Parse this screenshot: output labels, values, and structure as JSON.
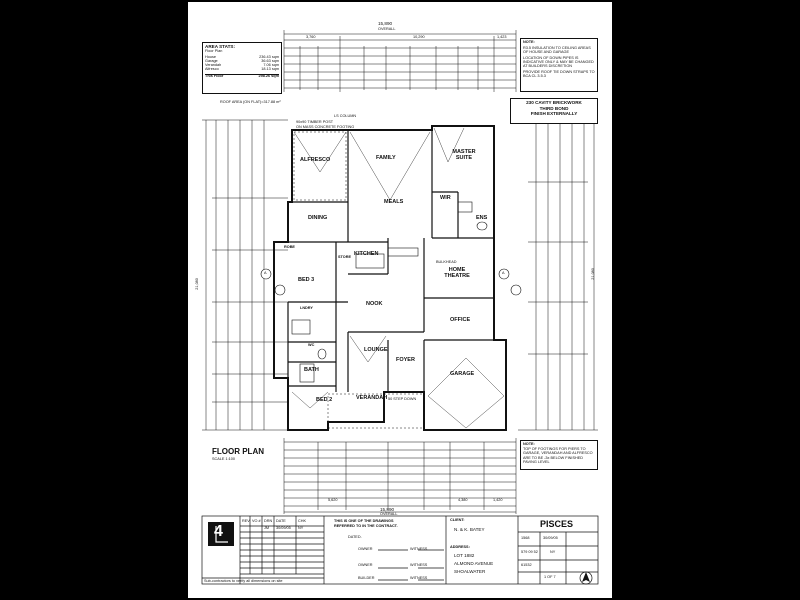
{
  "dimensions": {
    "top_overall": "15,890",
    "top_left": "3,760",
    "top_mid": "10,290",
    "top_right": "1,423",
    "bottom_overall": "15,890",
    "bottom_left": "5,620",
    "bottom_right": "4,380",
    "bottom_end": "1,420",
    "left_overall": "21,080",
    "right_overall": "21,080",
    "top_overall_label": "OVERALL",
    "bottom_overall_label": "OVERALL"
  },
  "area_stats": {
    "title": "AREA STATS:",
    "subtitle": "Floor Plan",
    "rows": [
      {
        "label": "House",
        "value": "236.43 sqm"
      },
      {
        "label": "Garage",
        "value": "36.63 sqm"
      },
      {
        "label": "Verandah",
        "value": "7.06 sqm"
      },
      {
        "label": "Alfresco",
        "value": "18.13 sqm"
      }
    ],
    "total_label": "This Floor",
    "total_value": "298.26 sqm",
    "roof_area": "ROOF AREA (ON FLAT)=317.88 m²"
  },
  "notes_top": {
    "title": "NOTE:",
    "lines": [
      "R3.5 INSULATION TO CEILING AREAS OF HOUSE AND GARAGE",
      "LOCATION OF DOWN PIPES IS INDICATIVE ONLY & MAY BE CHANGED AT BUILDERS DISCRETION",
      "PROVIDE ROOF TIE DOWN STRAPS TO BCA CL 3.5.3"
    ]
  },
  "brick_note": [
    "230 CAVITY BRICKWORK",
    "THIRD BOND",
    "FINISH EXTERNALLY"
  ],
  "rooms": {
    "alfresco": "ALFRESCO",
    "family": "FAMILY",
    "master_suite": "MASTER SUITE",
    "meals": "MEALS",
    "dining": "DINING",
    "wir": "WIR",
    "ens": "ENS",
    "robe": "ROBE",
    "store": "STORE",
    "bed3": "BED 3",
    "kitchen": "KITCHEN",
    "home_theatre": "HOME THEATRE",
    "nook": "NOOK",
    "office": "OFFICE",
    "lounge": "LOUNGE",
    "foyer": "FOYER",
    "garage": "GARAGE",
    "bath": "BATH",
    "wc": "WC",
    "bed2": "BED 2",
    "verandah": "VERANDAH",
    "lndry": "LNDRY"
  },
  "annotations": {
    "ls_column": "LS COLUMN",
    "timber_post": "90x90 TIMBER POST",
    "concrete_footing": "ON MASS CONCRETE FOOTING",
    "bulkhead": "BULKHEAD",
    "slab_step": "50 STEP DOWN",
    "grid_a": "A"
  },
  "notes_bottom": {
    "title": "NOTE:",
    "text": "TOP OF FOOTINGS FOR PIERS TO GARAGE, VERANDAH AND ALFRESCO ARE TO BE -3x BELOW FINISHED PAVING LEVEL"
  },
  "plan_title": "FLOOR PLAN",
  "scale": "SCALE 1:100",
  "title_block": {
    "logo_digit": "4",
    "contract_note": [
      "THIS IS ONE OF THE DRAWINGS",
      "REFERRED TO IN THE CONTRACT."
    ],
    "dated_label": "DATED.",
    "owner_label": "OWNER",
    "witness_label": "WITNESS",
    "builder_label": "BUILDER",
    "client_label": "CLIENT:",
    "client_name": "N. & K. BATEY",
    "address_label": "ADDRESS:",
    "address_lines": [
      "LOT 1882",
      "ALMOND AVENUE",
      "SHOALWATER"
    ],
    "design_name": "PISCES",
    "job_no": "1568",
    "date": "30/09/05",
    "ref": "579 09 52",
    "drawn": "NY",
    "plan_no": "61532",
    "sheet": "1 OF 7",
    "rev_headers": [
      "REV",
      "VO #",
      "DRN",
      "DATE",
      "CHK"
    ],
    "rev_row": [
      "",
      "",
      "JM",
      "30/09/05",
      "NY"
    ],
    "footer": "Sub-contractors to verify all dimensions on site"
  }
}
